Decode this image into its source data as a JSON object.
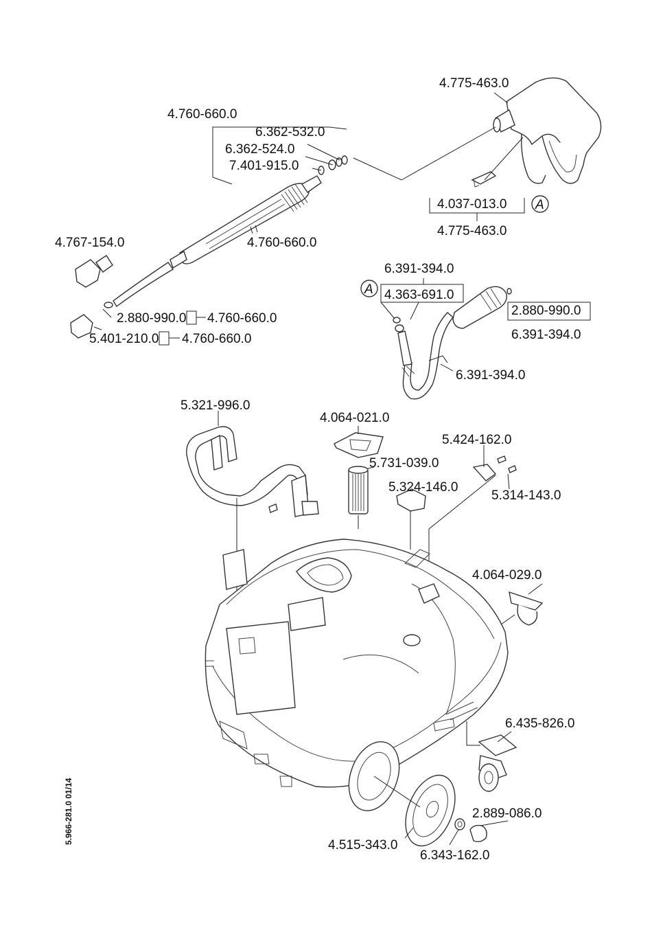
{
  "document_number": "5.966-281.0  01/14",
  "parts": {
    "gun": "4.775-463.0",
    "lance": "4.760-660.0",
    "oring_532": "6.362-532.0",
    "oring_524": "6.362-524.0",
    "ring_915": "7.401-915.0",
    "gun_clip": "4.037-013.0",
    "gun_ref": "4.775-463.0",
    "nozzle": "4.767-154.0",
    "lance_ref": "4.760-660.0",
    "seal_990": "2.880-990.0",
    "seal_990_suffix": "4.760-660.0",
    "nut_210": "5.401-210.0",
    "nut_210_suffix": "4.760-660.0",
    "hose_394": "6.391-394.0",
    "hose_691": "4.363-691.0",
    "hose_seal": "2.880-990.0",
    "hose_394_b": "6.391-394.0",
    "hose_394_c": "6.391-394.0",
    "handle": "5.321-996.0",
    "filter_cover": "4.064-021.0",
    "filter": "5.731-039.0",
    "clamp": "5.424-162.0",
    "cover_146": "5.324-146.0",
    "pin": "5.314-143.0",
    "holder": "4.064-029.0",
    "castor": "6.435-826.0",
    "cap": "2.889-086.0",
    "wheel": "4.515-343.0",
    "washer": "6.343-162.0"
  },
  "markers": {
    "a1": "A",
    "a2": "A"
  }
}
